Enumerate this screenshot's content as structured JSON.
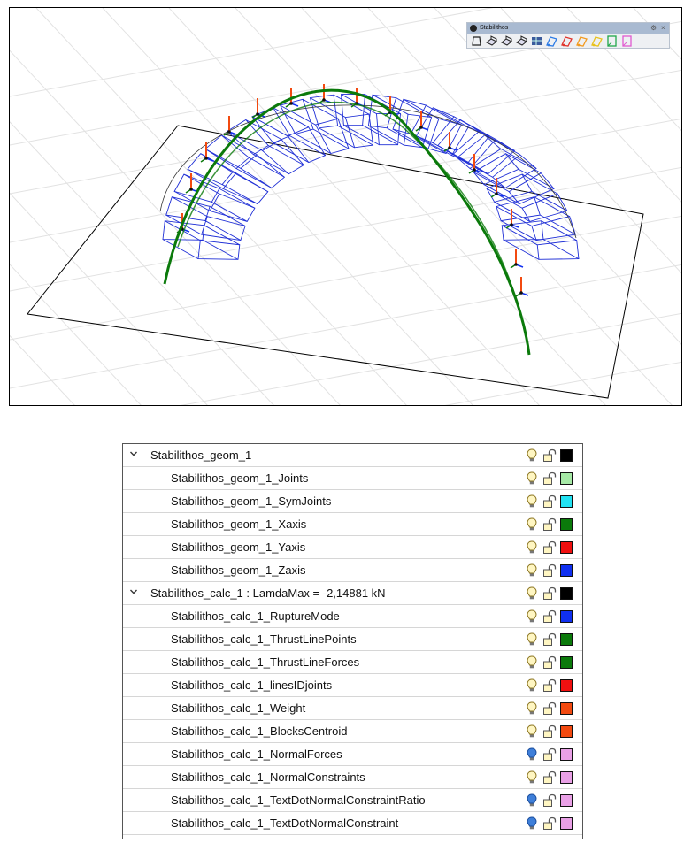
{
  "toolbar": {
    "title": "Stabilithos",
    "buttons": [
      "block-icon",
      "cube-load-icon",
      "cube-add-icon",
      "cube-calc-icon",
      "network-icon",
      "thrust-blue-icon",
      "thrust-red-icon",
      "thrust-orange-icon",
      "thrust-yellow-icon",
      "panel-green-icon",
      "panel-magenta-icon"
    ],
    "colors": {
      "blue": "#2c7be5",
      "red": "#e0342c",
      "orange": "#f29a1f",
      "yellow": "#e9c21c",
      "green": "#1fa64a",
      "magenta": "#e05ad0"
    }
  },
  "layers": [
    {
      "name": "Stabilithos_geom_1",
      "level": 0,
      "expanded": true,
      "bulb": "on",
      "lock": "unlocked",
      "color": "#000000"
    },
    {
      "name": "Stabilithos_geom_1_Joints",
      "level": 1,
      "bulb": "on",
      "lock": "unlocked",
      "color": "#a6e9a6"
    },
    {
      "name": "Stabilithos_geom_1_SymJoints",
      "level": 1,
      "bulb": "on",
      "lock": "unlocked",
      "color": "#22e2f2"
    },
    {
      "name": "Stabilithos_geom_1_Xaxis",
      "level": 1,
      "bulb": "on",
      "lock": "unlocked",
      "color": "#0b7a0b"
    },
    {
      "name": "Stabilithos_geom_1_Yaxis",
      "level": 1,
      "bulb": "on",
      "lock": "unlocked",
      "color": "#f01010"
    },
    {
      "name": "Stabilithos_geom_1_Zaxis",
      "level": 1,
      "bulb": "on",
      "lock": "unlocked",
      "color": "#1030f0"
    },
    {
      "name": "Stabilithos_calc_1 : LamdaMax = -2,14881 kN",
      "level": 0,
      "expanded": true,
      "bulb": "on",
      "lock": "unlocked",
      "color": "#000000"
    },
    {
      "name": "Stabilithos_calc_1_RuptureMode",
      "level": 1,
      "bulb": "on",
      "lock": "unlocked",
      "color": "#1030f0"
    },
    {
      "name": "Stabilithos_calc_1_ThrustLinePoints",
      "level": 1,
      "bulb": "on",
      "lock": "unlocked",
      "color": "#0b7a0b"
    },
    {
      "name": "Stabilithos_calc_1_ThrustLineForces",
      "level": 1,
      "bulb": "on",
      "lock": "unlocked",
      "color": "#0b7a0b"
    },
    {
      "name": "Stabilithos_calc_1_linesIDjoints",
      "level": 1,
      "bulb": "on",
      "lock": "unlocked",
      "color": "#f01010"
    },
    {
      "name": "Stabilithos_calc_1_Weight",
      "level": 1,
      "bulb": "on",
      "lock": "unlocked",
      "color": "#f24a10"
    },
    {
      "name": "Stabilithos_calc_1_BlocksCentroid",
      "level": 1,
      "bulb": "on",
      "lock": "unlocked",
      "color": "#f24a10"
    },
    {
      "name": "Stabilithos_calc_1_NormalForces",
      "level": 1,
      "bulb": "off",
      "lock": "unlocked",
      "color": "#e9a0e6"
    },
    {
      "name": "Stabilithos_calc_1_NormalConstraints",
      "level": 1,
      "bulb": "on",
      "lock": "unlocked",
      "color": "#e9a0e6"
    },
    {
      "name": "Stabilithos_calc_1_TextDotNormalConstraintRatio",
      "level": 1,
      "bulb": "off",
      "lock": "unlocked",
      "color": "#e9a0e6"
    },
    {
      "name": "Stabilithos_calc_1_TextDotNormalConstraint",
      "level": 1,
      "bulb": "off",
      "lock": "unlocked",
      "color": "#e9a0e6"
    }
  ],
  "scene": {
    "ground_color": "#000000",
    "grid_color": "#e2e2e2",
    "block_color": "#1f2fd6",
    "thrust_line_color": "#0b7a0b",
    "weight_color": "#f24a10"
  }
}
